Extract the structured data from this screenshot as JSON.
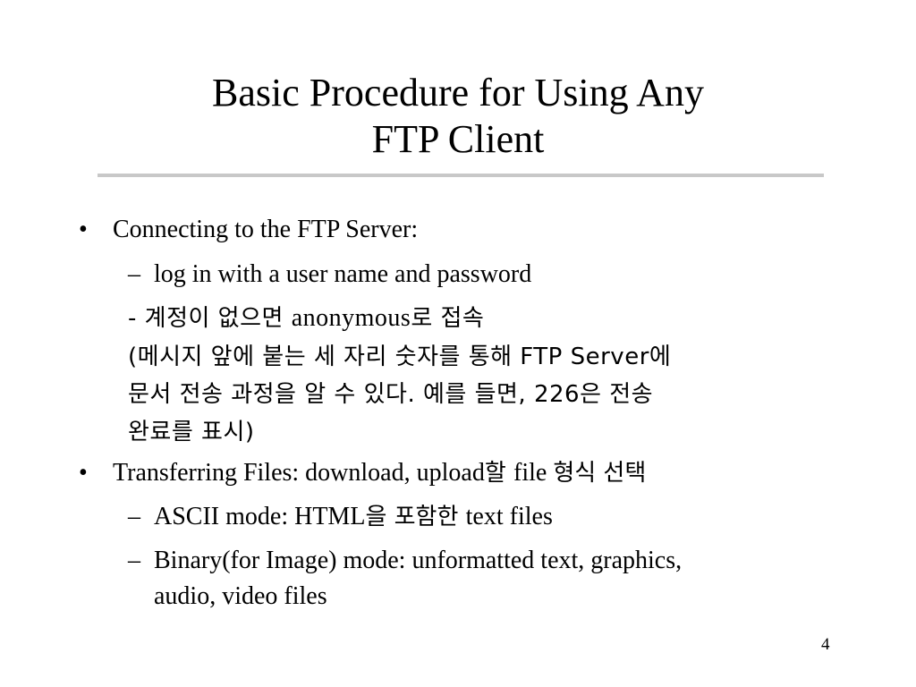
{
  "title": {
    "line1": "Basic Procedure for Using Any",
    "line2": "FTP Client"
  },
  "bullets": [
    {
      "text": "Connecting to the FTP Server:",
      "subs": [
        {
          "text": "log in with a user name and password"
        },
        {
          "prefix_kor": "- 계정이 없으면 ",
          "anon": "anonymous",
          "suffix_kor": "로 접속",
          "paren_lines": [
            "(메시지 앞에 붙는 세 자리 숫자를 통해 FTP Server에",
            "문서 전송 과정을 알 수 있다. 예를 들면, 226은 전송",
            "완료를 표시)"
          ]
        }
      ]
    },
    {
      "text_ser": "Transferring Files: download, upload",
      "text_kor1": "할 ",
      "text_ser2": "file ",
      "text_kor2": "형식 선택",
      "subs": [
        {
          "ser1": "ASCII mode: HTML",
          "kor": "을 포함한 ",
          "ser2": "text files"
        },
        {
          "line1": "Binary(for Image) mode: unformatted text, graphics,",
          "line2": "audio, video files"
        }
      ]
    }
  ],
  "bullet_char": "•",
  "dash_char": "–",
  "page_number": "4"
}
